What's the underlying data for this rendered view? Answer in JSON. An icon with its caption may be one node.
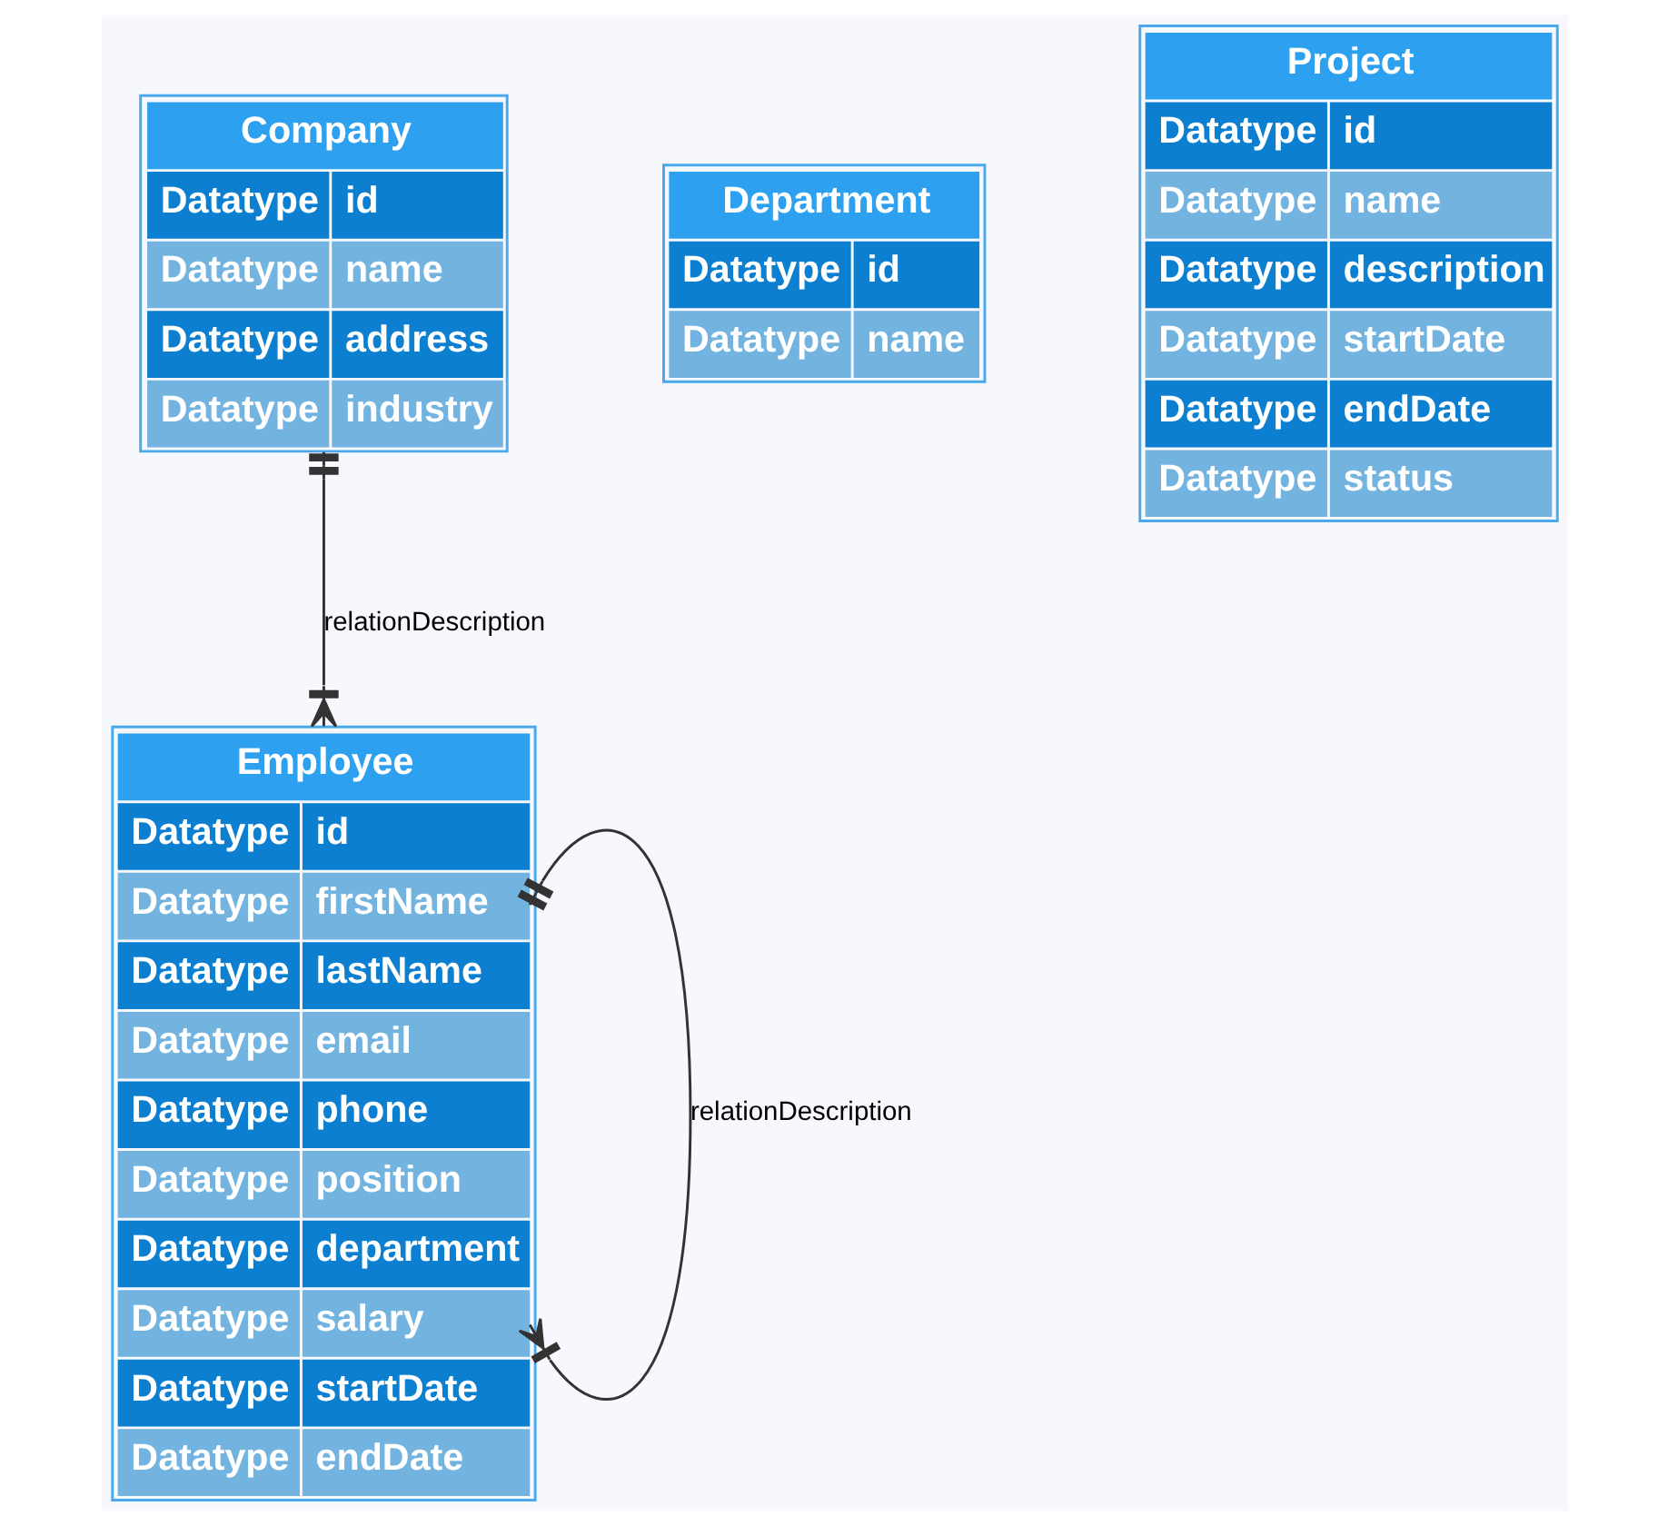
{
  "diagram": {
    "nodes": [
      {
        "text": [
          "Company",
          "Datatype",
          "id",
          "Datatype",
          "name",
          "Datatype",
          "address",
          "Datatype",
          "industry"
        ]
      },
      {
        "text": [
          "Department",
          "Datatype",
          "id",
          "Datatype",
          "name"
        ]
      },
      {
        "text": [
          "Project",
          "Datatype",
          "id",
          "Datatype",
          "name",
          "Datatype",
          "description",
          "Datatype",
          "startDate",
          "Datatype",
          "endDate",
          "Datatype",
          "status"
        ]
      },
      {
        "text": [
          "Employee",
          "Datatype",
          "id",
          "Datatype",
          "firstName",
          "Datatype",
          "lastName",
          "Datatype",
          "email",
          "Datatype",
          "phone",
          "Datatype",
          "position",
          "Datatype",
          "department",
          "Datatype",
          "salary",
          "Datatype",
          "startDate",
          "Datatype",
          "endDate"
        ]
      }
    ],
    "edges": [
      {
        "from": 0,
        "to": 3,
        "arrow": "other",
        "label": "relationDescription"
      },
      {
        "from": 3,
        "to": 3,
        "arrow": "other",
        "label": "relationDescription"
      }
    ]
  }
}
